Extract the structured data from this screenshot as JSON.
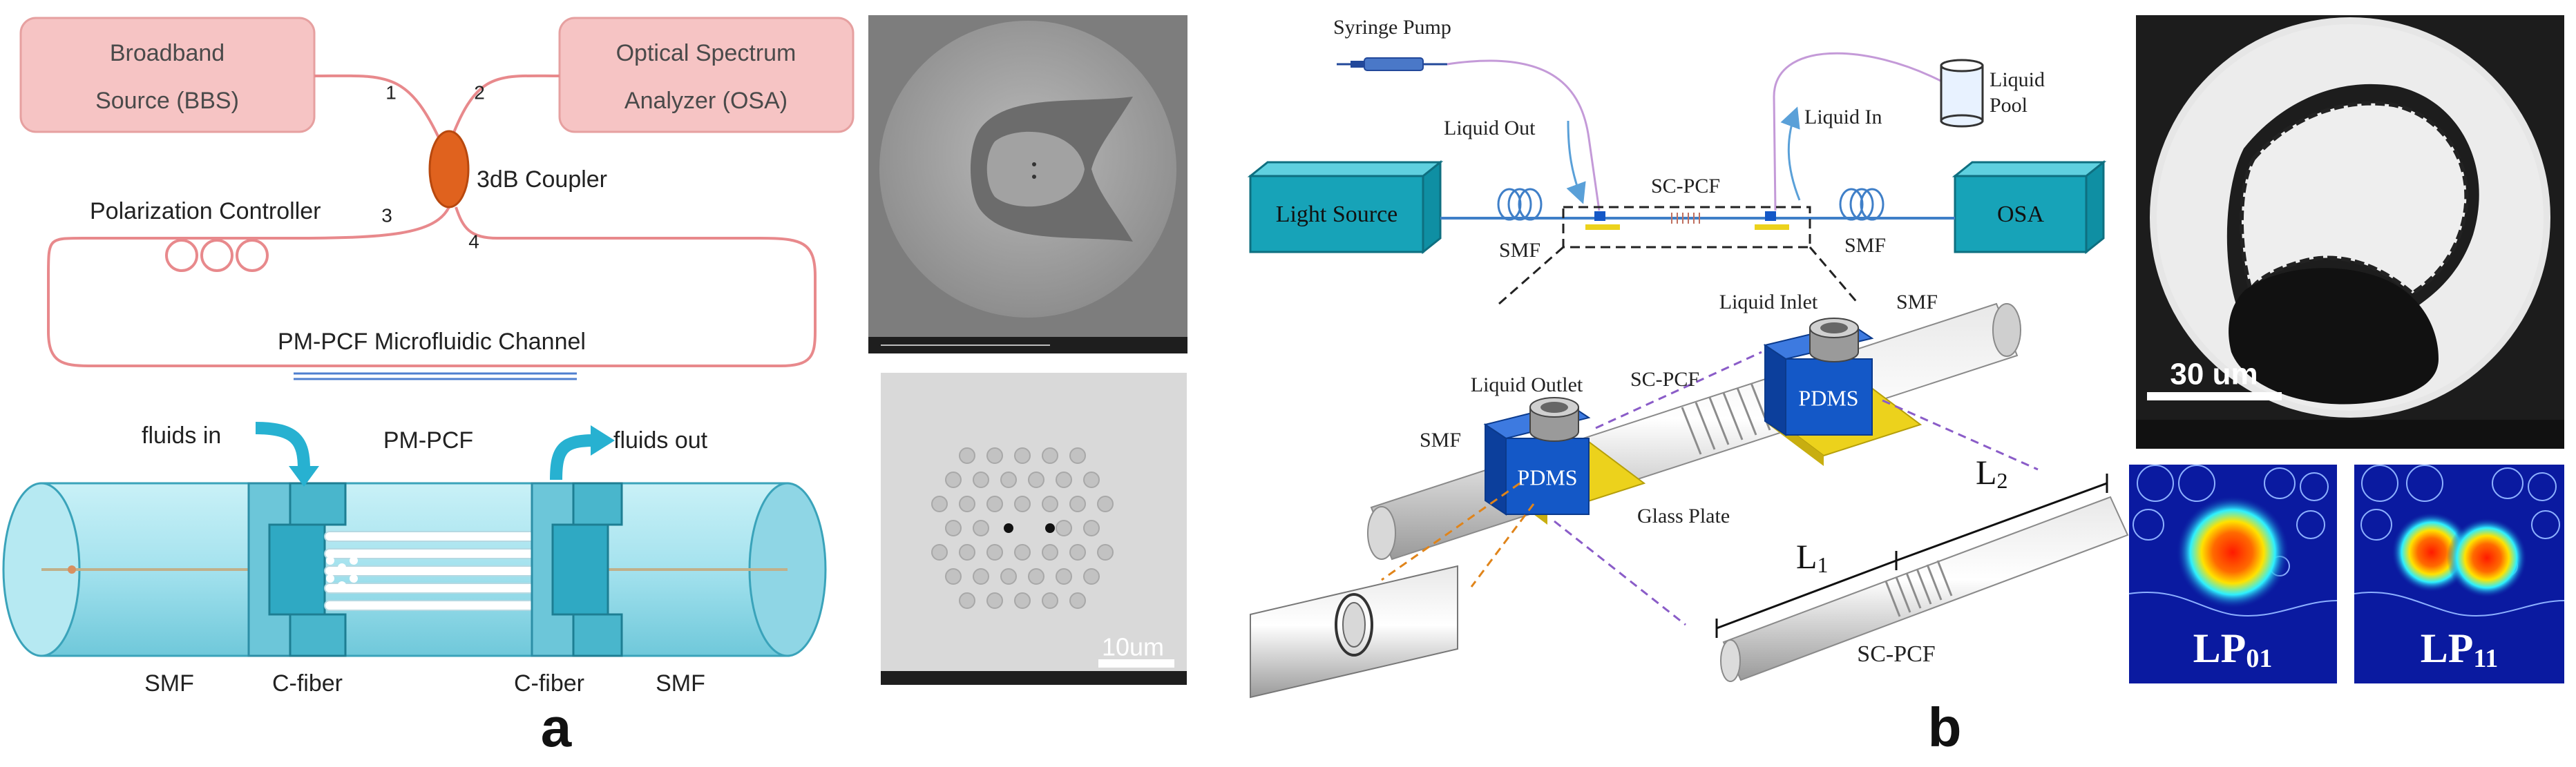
{
  "panel_a": {
    "broadband_source_line1": "Broadband",
    "broadband_source_line2": "Source (BBS)",
    "osa_line1": "Optical Spectrum",
    "osa_line2": "Analyzer (OSA)",
    "port_1": "1",
    "port_2": "2",
    "port_3": "3",
    "port_4": "4",
    "coupler": "3dB Coupler",
    "polarization_controller": "Polarization Controller",
    "microfluidic_channel": "PM-PCF Microfluidic Channel",
    "fluids_in": "fluids in",
    "fluids_out": "fluids out",
    "pm_pcf": "PM-PCF",
    "smf_left": "SMF",
    "cfiber_left": "C-fiber",
    "cfiber_right": "C-fiber",
    "smf_right": "SMF",
    "scale_bar": "10um",
    "panel_letter": "a"
  },
  "panel_b": {
    "syringe_pump": "Syringe Pump",
    "liquid_pool_line1": "Liquid",
    "liquid_pool_line2": "Pool",
    "liquid_out": "Liquid Out",
    "liquid_in": "Liquid In",
    "sc_pcf_top": "SC-PCF",
    "light_source": "Light Source",
    "osa": "OSA",
    "smf_left": "SMF",
    "smf_right": "SMF",
    "liquid_inlet": "Liquid Inlet",
    "smf_3d": "SMF",
    "liquid_outlet": "Liquid Outlet",
    "sc_pcf_3d": "SC-PCF",
    "pdms_left": "PDMS",
    "pdms_right": "PDMS",
    "smf_3d_left": "SMF",
    "glass_plate": "Glass Plate",
    "l1": "L",
    "l1_sub": "1",
    "l2": "L",
    "l2_sub": "2",
    "sc_pcf_bottom": "SC-PCF",
    "scale_bar": "30 um",
    "mode_lp01": "LP",
    "mode_lp01_sub": "01",
    "mode_lp11": "LP",
    "mode_lp11_sub": "11",
    "panel_letter": "b"
  },
  "colors": {
    "salmon_box": "#f6c4c4",
    "salmon_stroke": "#e08a8a",
    "fiber_pink": "#e8898c",
    "coupler_orange": "#e0621e",
    "cyan_body": "#a7e4ee",
    "cyan_dark": "#2fa9c3",
    "arrow_teal": "#27b1d1",
    "teal_box": "#17a3b8",
    "pdms_blue": "#1458c7",
    "glass_yellow": "#ecd21c",
    "sem_gray": "#8c8c8c",
    "mode_blue": "#0a1aa0"
  }
}
